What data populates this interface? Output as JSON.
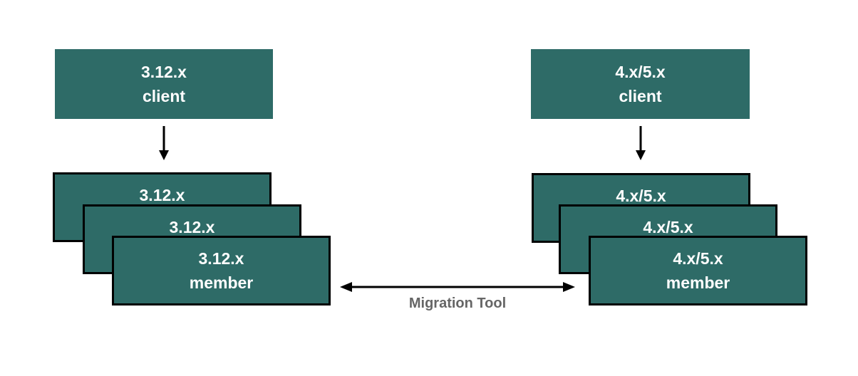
{
  "colors": {
    "box_fill": "#2e6b67",
    "box_border": "#000000",
    "box_text": "#ffffff",
    "arrow": "#000000",
    "label_text": "#666666",
    "background": "#ffffff"
  },
  "left_cluster": {
    "client": {
      "version": "3.12.x",
      "role": "client"
    },
    "members": [
      {
        "version": "3.12.x",
        "role": ""
      },
      {
        "version": "3.12.x",
        "role": ""
      },
      {
        "version": "3.12.x",
        "role": "member"
      }
    ]
  },
  "right_cluster": {
    "client": {
      "version": "4.x/5.x",
      "role": "client"
    },
    "members": [
      {
        "version": "4.x/5.x",
        "role": ""
      },
      {
        "version": "4.x/5.x",
        "role": ""
      },
      {
        "version": "4.x/5.x",
        "role": "member"
      }
    ]
  },
  "migration": {
    "label": "Migration Tool"
  }
}
